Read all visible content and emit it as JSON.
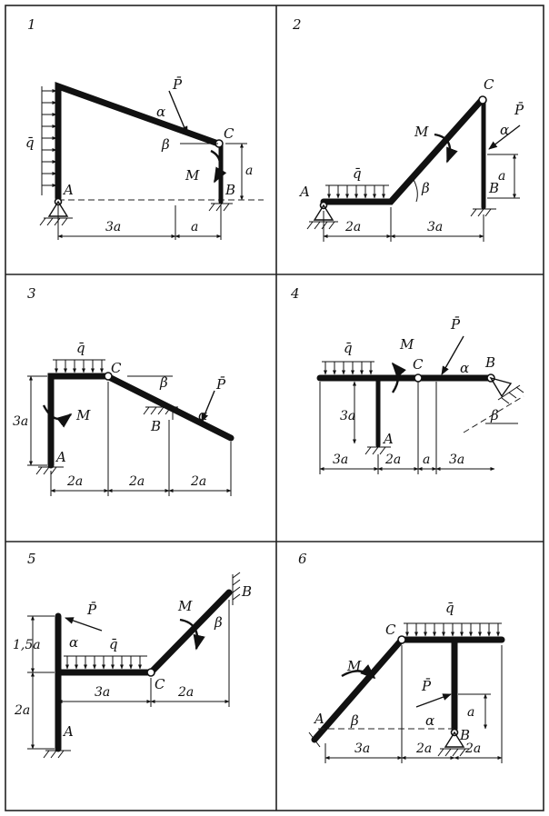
{
  "problems": [
    {
      "number": "1",
      "labels": {
        "P": "P̄",
        "q": "q̄",
        "M": "M",
        "A": "A",
        "B": "B",
        "C": "C",
        "alpha": "α",
        "beta": "β"
      },
      "dims": [
        "3a",
        "a",
        "a"
      ]
    },
    {
      "number": "2",
      "labels": {
        "P": "P̄",
        "q": "q̄",
        "M": "M",
        "A": "A",
        "B": "B",
        "C": "C",
        "alpha": "α",
        "beta": "β"
      },
      "dims": [
        "2a",
        "3a",
        "a"
      ]
    },
    {
      "number": "3",
      "labels": {
        "P": "P̄",
        "q": "q̄",
        "M": "M",
        "A": "A",
        "B": "B",
        "C": "C",
        "alpha": "α",
        "beta": "β"
      },
      "dims": [
        "2a",
        "2a",
        "2a",
        "3a"
      ]
    },
    {
      "number": "4",
      "labels": {
        "P": "P̄",
        "q": "q̄",
        "M": "M",
        "A": "A",
        "B": "B",
        "C": "C",
        "alpha": "α",
        "beta": "β"
      },
      "dims": [
        "3a",
        "2a",
        "a",
        "3a",
        "3a"
      ]
    },
    {
      "number": "5",
      "labels": {
        "P": "P̄",
        "q": "q̄",
        "M": "M",
        "A": "A",
        "B": "B",
        "C": "C",
        "alpha": "α",
        "beta": "β"
      },
      "dims": [
        "3a",
        "2a",
        "1,5a",
        "2a"
      ]
    },
    {
      "number": "6",
      "labels": {
        "P": "P̄",
        "q": "q̄",
        "M": "M",
        "A": "A",
        "B": "B",
        "C": "C",
        "alpha": "α",
        "beta": "β"
      },
      "dims": [
        "3a",
        "2a",
        "2a",
        "a"
      ]
    }
  ],
  "icons": {
    "fixed_support": "hatch-wall-icon",
    "pin_support": "pin-support-icon",
    "roller_support": "roller-support-icon",
    "hinge": "hinge-icon"
  }
}
